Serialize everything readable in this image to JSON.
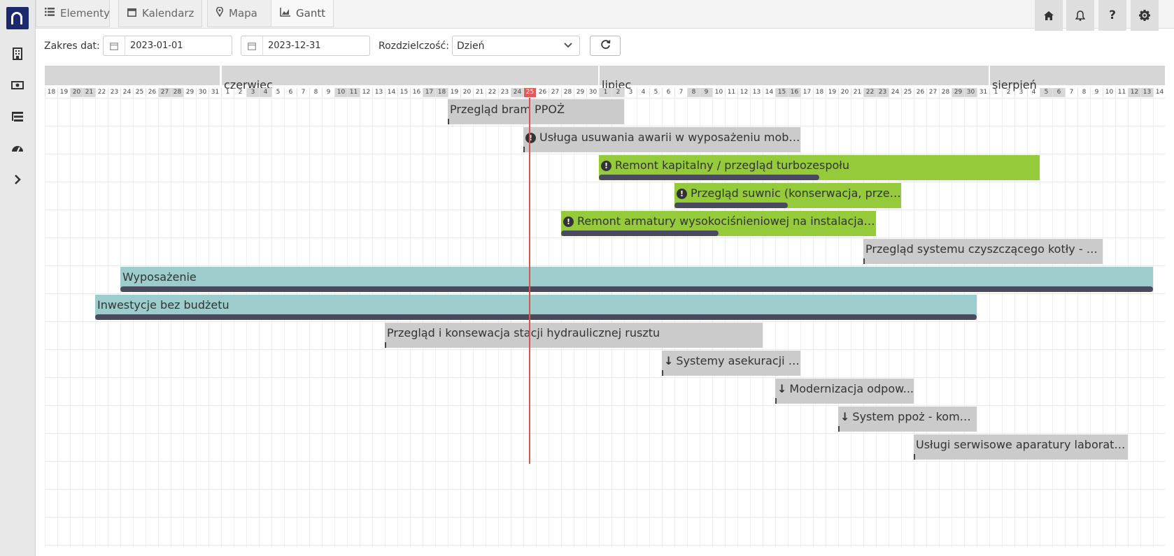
{
  "tabs": [
    {
      "label": "Elementy",
      "icon": "list-icon"
    },
    {
      "label": "Kalendarz",
      "icon": "calendar-icon"
    },
    {
      "label": "Mapa",
      "icon": "map-pin-icon"
    },
    {
      "label": "Gantt",
      "icon": "area-chart-icon",
      "active": true
    }
  ],
  "toolbar": {
    "date_range_label": "Zakres dat:",
    "date_from": "2023-01-01",
    "date_to": "2023-12-31",
    "resolution_label": "Rozdzielczość:",
    "resolution_value": "Dzień"
  },
  "timeline": {
    "months": [
      {
        "name": "czerwiec",
        "start": "2023-06-01"
      },
      {
        "name": "lipiec",
        "start": "2023-07-01"
      },
      {
        "name": "sierpień",
        "start": "2023-08-01"
      }
    ],
    "start_date": "2023-05-18",
    "end_date": "2023-08-15",
    "today": "2023-06-25"
  },
  "tasks": [
    {
      "label": "Przegląd bram PPOŻ",
      "color": "grey",
      "start": "2023-06-19",
      "end": "2023-07-03",
      "progress": 0
    },
    {
      "label": "Usługa usuwania awarii w wyposażeniu mobilnym",
      "color": "grey",
      "warn": true,
      "start": "2023-06-25",
      "end": "2023-07-17",
      "progress": 0
    },
    {
      "label": "Remont kapitalny / przegląd turbozespołu",
      "color": "green",
      "warn": true,
      "start": "2023-07-01",
      "end": "2023-08-05",
      "progress": 0.5
    },
    {
      "label": "Przegląd suwnic (konserwacja, przegląd...",
      "color": "green",
      "warn": true,
      "start": "2023-07-07",
      "end": "2023-07-25",
      "progress": 0.5
    },
    {
      "label": "Remont armatury wysokociśnieniowej na instalacjach t...",
      "color": "green",
      "warn": true,
      "start": "2023-06-28",
      "end": "2023-07-23",
      "progress": 0.5
    },
    {
      "label": "Przegląd systemu czyszczącego kotły - Clyde ...",
      "color": "grey",
      "start": "2023-07-22",
      "end": "2023-08-10",
      "progress": 0
    },
    {
      "label": "Wyposażenie",
      "color": "teal",
      "start": "2023-05-24",
      "end": "2023-08-14",
      "progress": 1
    },
    {
      "label": "Inwestycje bez budżetu",
      "color": "teal",
      "start": "2023-05-22",
      "end": "2023-07-31",
      "progress": 1
    },
    {
      "label": "Przegląd i konsewacja stacji hydraulicznej rusztu",
      "color": "grey",
      "start": "2023-06-14",
      "end": "2023-07-14",
      "progress": 0
    },
    {
      "label": "Systemy asekuracji w...",
      "color": "grey",
      "arrow": true,
      "start": "2023-07-06",
      "end": "2023-07-17",
      "progress": 0
    },
    {
      "label": "Modernizacja odpow...",
      "color": "grey",
      "arrow": true,
      "start": "2023-07-15",
      "end": "2023-07-26",
      "progress": 0
    },
    {
      "label": "System ppoż - kompl...",
      "color": "grey",
      "arrow": true,
      "start": "2023-07-20",
      "end": "2023-07-31",
      "progress": 0
    },
    {
      "label": "Usługi serwisowe aparatury laborator...",
      "color": "grey",
      "start": "2023-07-26",
      "end": "2023-08-12",
      "progress": 0
    }
  ]
}
